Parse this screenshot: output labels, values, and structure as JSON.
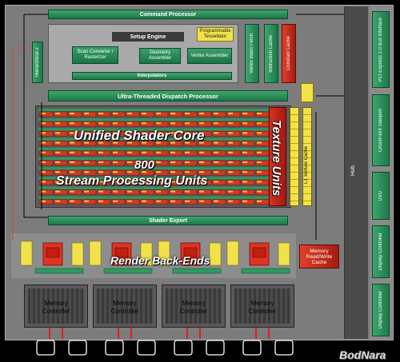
{
  "labels": {
    "command_processor": "Command Processor",
    "setup_engine": "Setup Engine",
    "scan_converter": "Scan Converter / Rasterizer",
    "geometry_assembler": "Geometry Assembler",
    "vertex_assembler": "Vertex Assembler",
    "programmable_tessellator": "Programmable Tessellator",
    "hierarchical_z": "Hierarchical Z",
    "interpolators": "Interpolators",
    "vertex_index_fetch": "Vertex Index Fetch",
    "instruction_cache": "Instruction Cache",
    "constant_cache": "Constant Cache",
    "dispatch": "Ultra-Threaded Dispatch Processor",
    "unified_shader_core": "Unified Shader Core",
    "sp_count": "800",
    "stream_processing_units": "Stream Processing Units",
    "texture_units": "Texture Units",
    "l1_texture_cache": "L1 Texture Cache",
    "shader_export": "Shader Export",
    "render_back_ends": "Render Back-Ends",
    "memory_rw_cache": "Memory Read/Write Cache",
    "memory_controller": "Memory Controller",
    "hub": "Hub",
    "pcie": "PCI Express 2.0 Bus Interface",
    "crossfire": "CrossFireX Sideport",
    "uvd": "UVD",
    "display_controller": "Display Controller",
    "logo": "BodNara"
  },
  "colors": {
    "green": "#2a8a56",
    "red": "#c9281a",
    "yellow": "#f2e24a",
    "frame": "#7c7c7c"
  }
}
